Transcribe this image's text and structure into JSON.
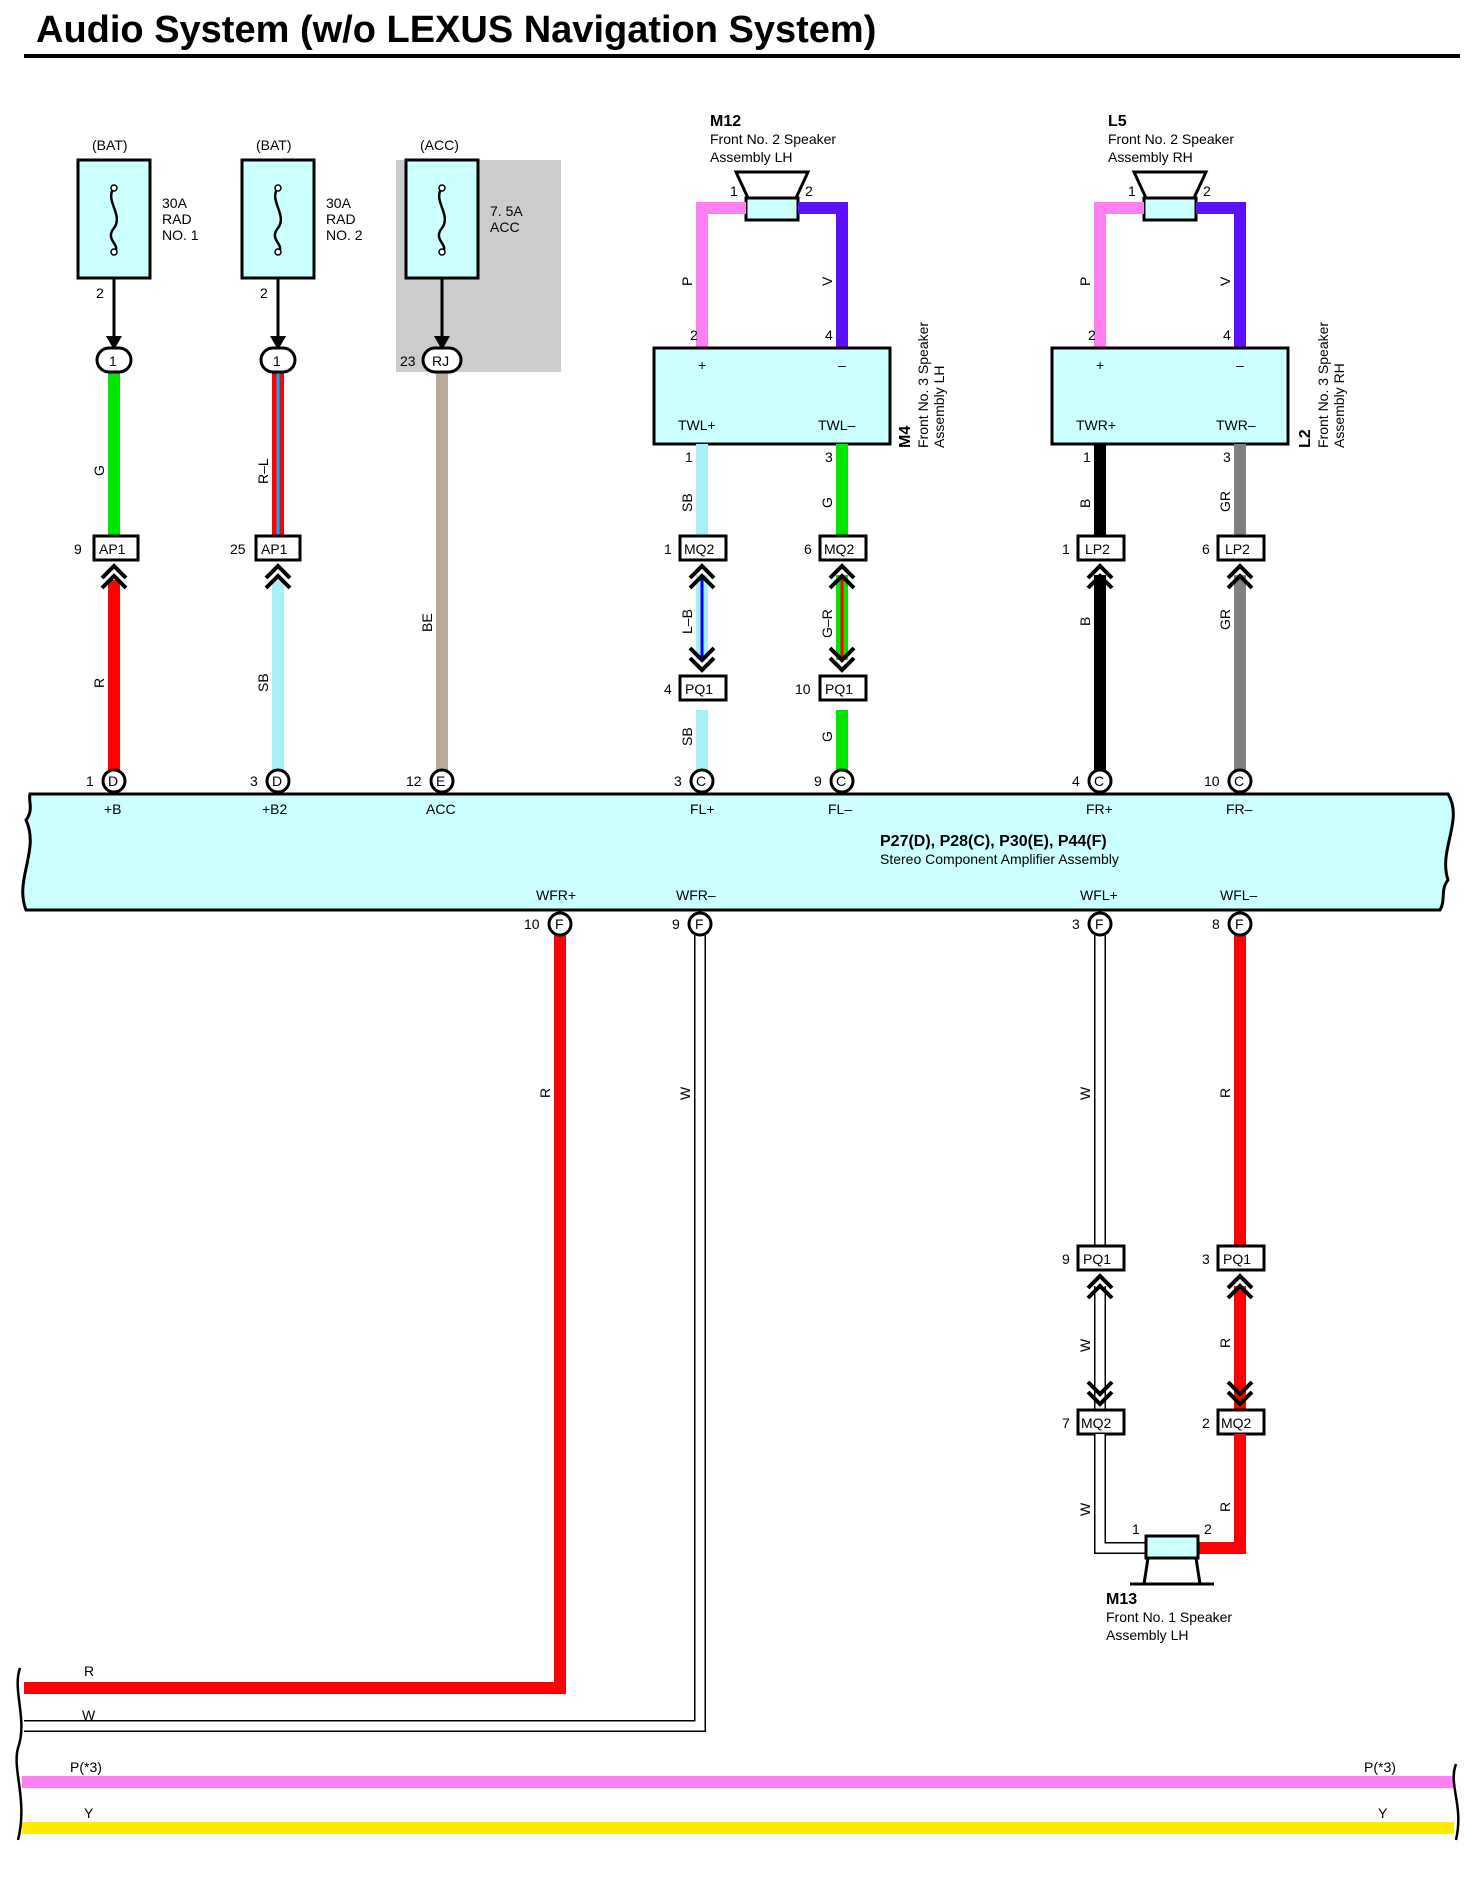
{
  "title": "Audio System (w/o LEXUS Navigation System)",
  "colors": {
    "red": "#ff0000",
    "green": "#00e600",
    "cyan": "#a8f0f8",
    "tan": "#baa898",
    "pink": "#ff7ef0",
    "violet": "#5a10f8",
    "black": "#000000",
    "gray": "#808080",
    "yellow": "#ffea00",
    "white": "#ffffff",
    "box": "#ccffff",
    "shade": "#cccccc"
  },
  "fuses": [
    {
      "source": "(BAT)",
      "rating": "30A",
      "l1": "RAD",
      "l2": "NO. 1",
      "pin": "2",
      "junction": "1"
    },
    {
      "source": "(BAT)",
      "rating": "30A",
      "l1": "RAD",
      "l2": "NO. 2",
      "pin": "2",
      "junction": "1"
    },
    {
      "source": "(ACC)",
      "rating": "7. 5A",
      "l1": "ACC",
      "l2": "",
      "pin": "",
      "junction": "RJ",
      "junction_pin": "23"
    }
  ],
  "speakers": {
    "m12": {
      "code": "M12",
      "l1": "Front No. 2 Speaker",
      "l2": "Assembly LH",
      "p1": "1",
      "p2": "2"
    },
    "l5": {
      "code": "L5",
      "l1": "Front No. 2 Speaker",
      "l2": "Assembly RH",
      "p1": "1",
      "p2": "2"
    },
    "m13": {
      "code": "M13",
      "l1": "Front No. 1 Speaker",
      "l2": "Assembly LH",
      "p1": "1",
      "p2": "2"
    },
    "m4": {
      "code": "M4",
      "l1": "Front No. 3 Speaker",
      "l2": "Assembly LH",
      "plus": "+",
      "minus": "–",
      "t1": "TWL+",
      "t2": "TWL–",
      "in1": "2",
      "in2": "4",
      "out1": "1",
      "out2": "3"
    },
    "l2": {
      "code": "L2",
      "l1": "Front No. 3 Speaker",
      "l2": "Assembly RH",
      "plus": "+",
      "minus": "–",
      "t1": "TWR+",
      "t2": "TWR–",
      "in1": "2",
      "in2": "4",
      "out1": "1",
      "out2": "3"
    }
  },
  "connectors": {
    "ap1a": {
      "name": "AP1",
      "pin": "9"
    },
    "ap1b": {
      "name": "AP1",
      "pin": "25"
    },
    "mq2a": {
      "name": "MQ2",
      "pin": "1"
    },
    "mq2b": {
      "name": "MQ2",
      "pin": "6"
    },
    "pq1a": {
      "name": "PQ1",
      "pin": "4"
    },
    "pq1b": {
      "name": "PQ1",
      "pin": "10"
    },
    "lp2a": {
      "name": "LP2",
      "pin": "1"
    },
    "lp2b": {
      "name": "LP2",
      "pin": "6"
    },
    "pq1c": {
      "name": "PQ1",
      "pin": "9"
    },
    "pq1d": {
      "name": "PQ1",
      "pin": "3"
    },
    "mq2c": {
      "name": "MQ2",
      "pin": "7"
    },
    "mq2d": {
      "name": "MQ2",
      "pin": "2"
    }
  },
  "wire_colors": {
    "w1u": "G",
    "w1l": "R",
    "w2u": "R–L",
    "w2l": "SB",
    "w3": "BE",
    "w4t": "P",
    "w5t": "V",
    "w6t": "P",
    "w7t": "V",
    "w4u": "SB",
    "w4m": "L–B",
    "w4l": "SB",
    "w5u": "G",
    "w5m": "G–R",
    "w5l": "G",
    "w6u": "B",
    "w6l": "B",
    "w7u": "GR",
    "w7l": "GR",
    "wfrp": "R",
    "wfrm": "W",
    "wflp": "W",
    "wflm": "R",
    "wflp2": "W",
    "wflm2": "R",
    "wflp3": "W",
    "wflm3": "R",
    "bot_r": "R",
    "bot_w": "W",
    "bot_p": "P(*3)",
    "bot_p2": "P(*3)",
    "bot_y": "Y",
    "bot_y2": "Y"
  },
  "amplifier": {
    "codes": "P27(D), P28(C), P30(E), P44(F)",
    "name": "Stereo Component Amplifier Assembly",
    "top_pins": [
      {
        "pin": "1",
        "conn": "D",
        "label": "+B"
      },
      {
        "pin": "3",
        "conn": "D",
        "label": "+B2"
      },
      {
        "pin": "12",
        "conn": "E",
        "label": "ACC"
      },
      {
        "pin": "3",
        "conn": "C",
        "label": "FL+"
      },
      {
        "pin": "9",
        "conn": "C",
        "label": "FL–"
      },
      {
        "pin": "4",
        "conn": "C",
        "label": "FR+"
      },
      {
        "pin": "10",
        "conn": "C",
        "label": "FR–"
      }
    ],
    "bottom_pins": [
      {
        "pin": "10",
        "conn": "F",
        "label": "WFR+"
      },
      {
        "pin": "9",
        "conn": "F",
        "label": "WFR–"
      },
      {
        "pin": "3",
        "conn": "F",
        "label": "WFL+"
      },
      {
        "pin": "8",
        "conn": "F",
        "label": "WFL–"
      }
    ]
  }
}
